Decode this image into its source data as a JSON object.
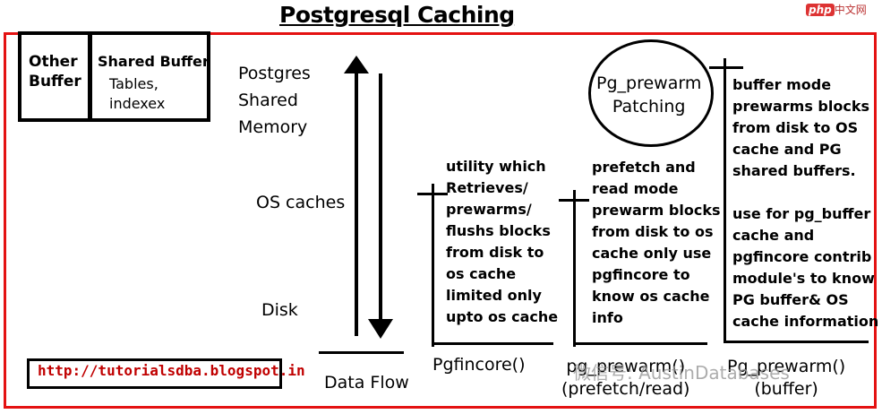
{
  "title": "Postgresql Caching",
  "logo": {
    "brand": "php",
    "text": "中文网"
  },
  "buffers": {
    "other": "Other\nBuffer",
    "shared_title": "Shared Buffer",
    "shared_items": "Tables,\nindexex"
  },
  "levels": {
    "memory": "Postgres\nShared\nMemory",
    "os": "OS caches",
    "disk": "Disk"
  },
  "data_flow": "Data Flow",
  "url": "http://tutorialsdba.blogspot.in",
  "pgfincore": {
    "desc": "utility which\nRetrieves/\nprewarms/\nflushs blocks\nfrom disk to\nos cache\nlimited only\nupto os cache",
    "label": "Pgfincore()"
  },
  "prefetch": {
    "desc": "prefetch and\nread mode\nprewarm blocks\nfrom disk to os\ncache only use\npgfincore to\nknow os cache\ninfo",
    "label": "pg_prewarm()\n(prefetch/read)"
  },
  "patching": "Pg_prewarm\nPatching",
  "buffer_mode": {
    "desc": "buffer mode\nprewarms blocks\nfrom disk to OS\ncache and PG\nshared buffers.\n\nuse for pg_buffer\ncache and\npgfincore  contrib\nmodule's to know\nPG buffer& OS\ncache information",
    "label": "Pg_prewarm()\n(buffer)"
  },
  "watermark": "微信号: AustinDatabases"
}
